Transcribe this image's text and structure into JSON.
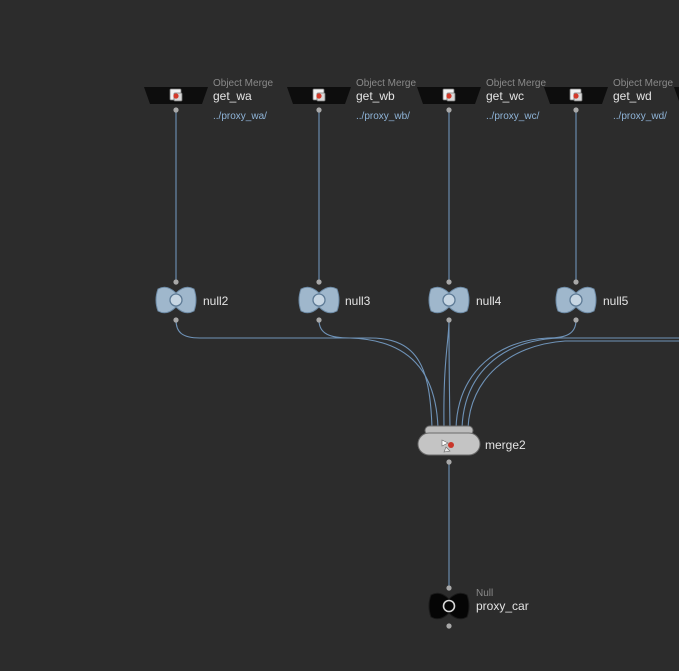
{
  "nodes": {
    "get_wa": {
      "type": "Object Merge",
      "name": "get_wa",
      "path": "../proxy_wa/"
    },
    "get_wb": {
      "type": "Object Merge",
      "name": "get_wb",
      "path": "../proxy_wb/"
    },
    "get_wc": {
      "type": "Object Merge",
      "name": "get_wc",
      "path": "../proxy_wc/"
    },
    "get_wd": {
      "type": "Object Merge",
      "name": "get_wd",
      "path": "../proxy_wd/"
    },
    "get_we": {
      "type": "Object Merge"
    },
    "null2": {
      "name": "null2"
    },
    "null3": {
      "name": "null3"
    },
    "null4": {
      "name": "null4"
    },
    "null5": {
      "name": "null5"
    },
    "merge2": {
      "name": "merge2"
    },
    "proxy_car": {
      "type": "Null",
      "name": "proxy_car"
    }
  },
  "colors": {
    "background": "#2c2c2c",
    "wire": "#6f93b8",
    "null_node": "#9fb7cc",
    "output_null": "#000000"
  },
  "icons": {
    "object_merge": "object-merge-icon",
    "null": "null-icon",
    "merge": "merge-icon"
  }
}
